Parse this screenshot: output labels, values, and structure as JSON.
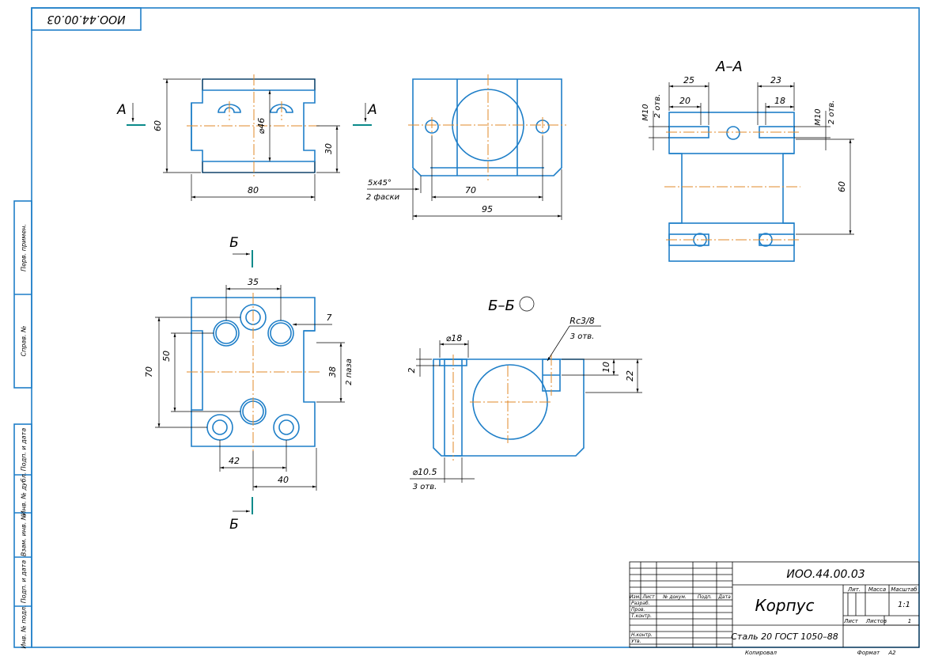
{
  "drawing": {
    "number": "ИОО.44.00.03",
    "number_rotated": "ИОО.44.00.03",
    "views": {
      "front": {
        "section_marker": "А",
        "dims": {
          "width": "80",
          "height": "60",
          "bore": "⌀46",
          "step": "30"
        }
      },
      "top": {
        "dims": {
          "chamfer": "5x45°",
          "chamfer_note": "2 фаски",
          "holes": "70",
          "width": "95"
        }
      },
      "section_aa": {
        "title": "А–А",
        "dims": {
          "d25": "25",
          "d20": "20",
          "d23": "23",
          "d18": "18",
          "m10_left": "М10",
          "holes_left": "2 отв.",
          "m10_right": "М10",
          "holes_right": "2 отв.",
          "height": "60"
        }
      },
      "bottom": {
        "section_marker": "Б",
        "dims": {
          "d35": "35",
          "d7": "7",
          "d50": "50",
          "d70": "70",
          "d38": "38",
          "slot_note": "2 паза",
          "d42": "42",
          "d40": "40"
        }
      },
      "section_bb": {
        "title": "Б–Б",
        "dims": {
          "d18": "⌀18",
          "d2": "2",
          "thread": "Rc3/8",
          "thread_note": "3 отв.",
          "d10": "10",
          "d22": "22",
          "d105": "⌀10.5",
          "d105_note": "3 отв."
        }
      }
    }
  },
  "side_stamps": [
    "Перв. примен.",
    "Справ. №",
    "Подп. и дата",
    "Инв. № дубл.",
    "Взам. инв. №",
    "Подп. и дата",
    "Инв. № подл."
  ],
  "title_block": {
    "designation": "ИОО.44.00.03",
    "name": "Корпус",
    "material": "Сталь 20  ГОСТ 1050–88",
    "headers": {
      "izm": "Изм.",
      "list": "Лист",
      "doc": "№ докум.",
      "sign": "Подп.",
      "date": "Дата"
    },
    "roles": [
      "Разраб.",
      "Пров.",
      "Т.контр.",
      "",
      "Н.контр.",
      "Утв."
    ],
    "lit": "Лит.",
    "mass": "Масса",
    "scale_label": "Масштаб",
    "scale": "1:1",
    "sheet": "Лист",
    "sheets": "Листов",
    "sheets_count": "1",
    "copied": "Копировал",
    "format_label": "Формат",
    "format": "А2"
  }
}
